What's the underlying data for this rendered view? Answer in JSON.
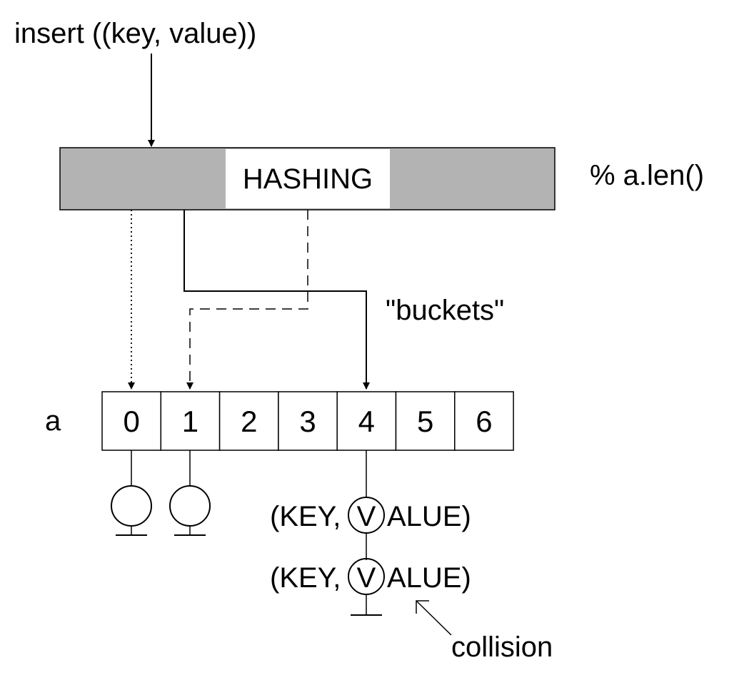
{
  "input_label": "insert ((key, value))",
  "hashing": {
    "label": "HASHING",
    "modulo_label": "% a.len()",
    "bar_color": "#b3b3b3"
  },
  "buckets_label": "\"buckets\"",
  "array": {
    "name": "a",
    "cells": [
      "0",
      "1",
      "2",
      "3",
      "4",
      "5",
      "6"
    ]
  },
  "entries": [
    {
      "key": "(KEY,",
      "v": "V",
      "rest": "ALUE)"
    },
    {
      "key": "(KEY,",
      "v": "V",
      "rest": "ALUE)"
    }
  ],
  "collision_label": "collision"
}
